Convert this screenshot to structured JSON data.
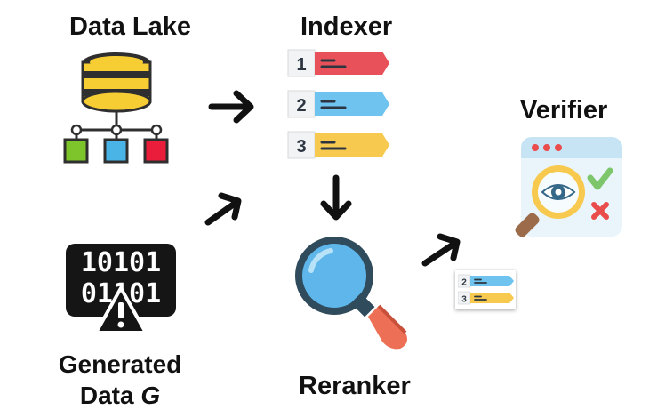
{
  "labels": {
    "data_lake": "Data Lake",
    "indexer": "Indexer",
    "verifier": "Verifier",
    "reranker": "Reranker",
    "generated_line1": "Generated",
    "generated_line2_prefix": "Data ",
    "generated_line2_var": "G"
  },
  "index_items": [
    {
      "number": "1",
      "color": "#e8515a"
    },
    {
      "number": "2",
      "color": "#6ec3ef"
    },
    {
      "number": "3",
      "color": "#f8c94f"
    }
  ],
  "reranked_items": [
    {
      "number": "2",
      "color": "#6ec3ef"
    },
    {
      "number": "3",
      "color": "#f8c94f"
    }
  ],
  "binary_text": {
    "row1": "10101",
    "row2": "01101"
  },
  "colors": {
    "database_gold": "#f7cd34",
    "database_dark": "#2f2f2f",
    "node_green": "#7dc52a",
    "node_blue": "#4ab4e6",
    "node_red": "#ea1e3a",
    "magnifier_lens": "#5eb6ea",
    "magnifier_handle": "#ec6f56",
    "eye_iris": "#356788",
    "check_green": "#7ec66b",
    "cross_red": "#ea4b4b"
  }
}
